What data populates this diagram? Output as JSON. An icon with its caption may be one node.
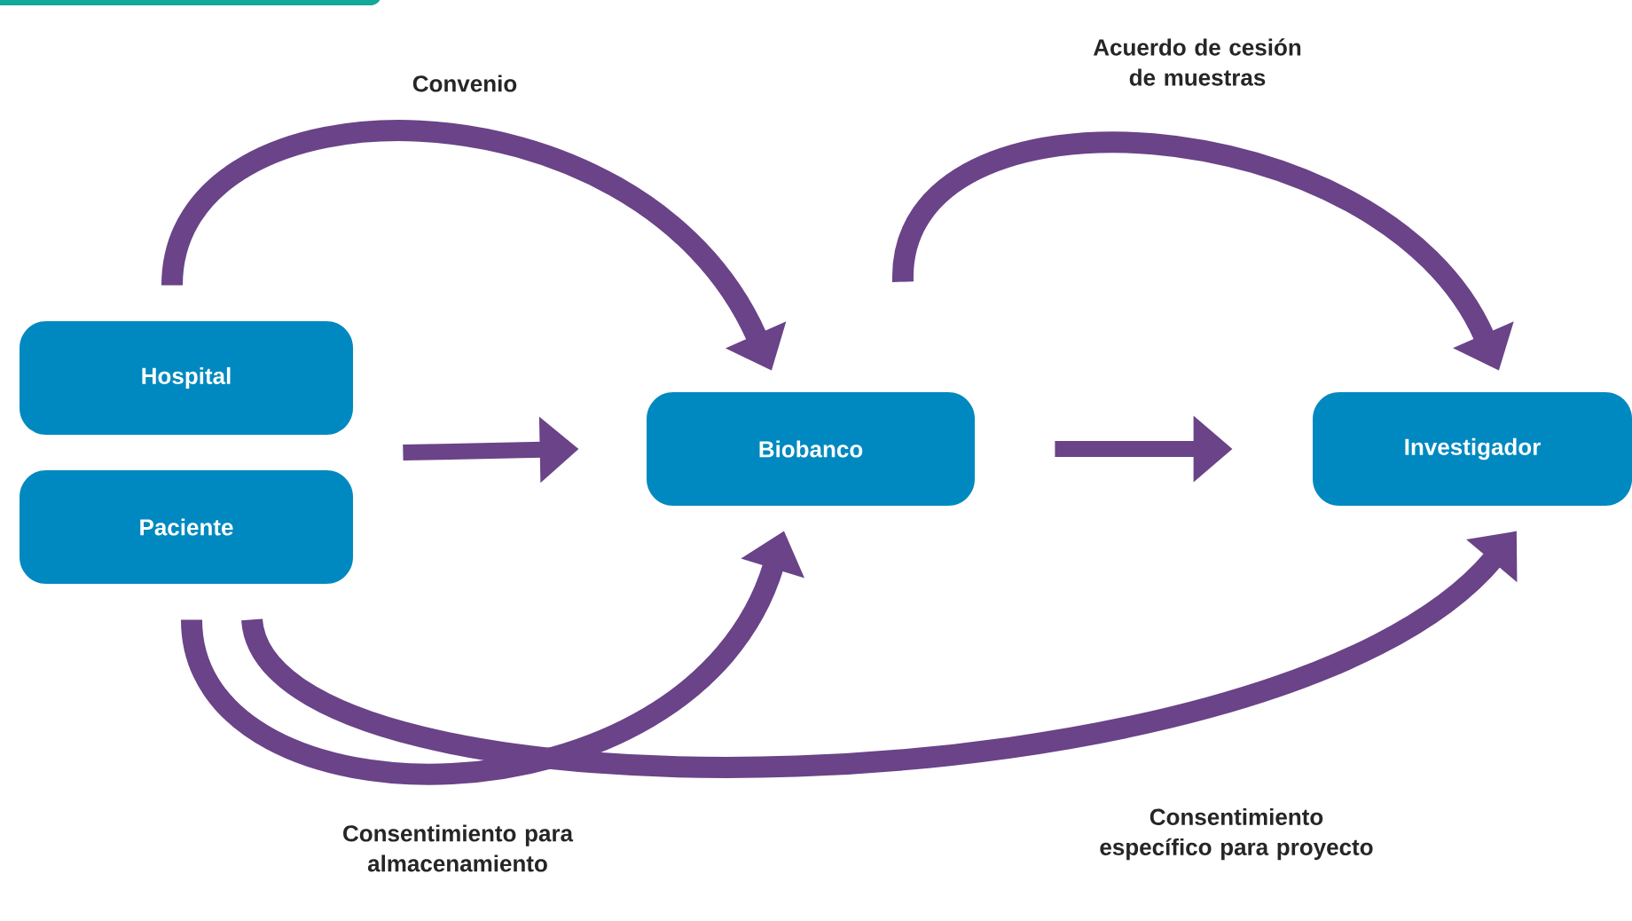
{
  "diagram": {
    "nodes": [
      {
        "text": [
          "Hospital"
        ]
      },
      {
        "text": [
          "Paciente"
        ]
      },
      {
        "text": [
          "Biobanco"
        ]
      },
      {
        "text": [
          "Investigador"
        ]
      }
    ],
    "edges": [
      {
        "from": 0,
        "to": 2,
        "arrow": "to",
        "label": "Convenio"
      },
      {
        "from": 2,
        "to": 3,
        "arrow": "to",
        "label": "Acuerdo de cesión de muestras"
      },
      {
        "from": 0,
        "to": 2,
        "arrow": "to"
      },
      {
        "from": 1,
        "to": 2,
        "arrow": "to"
      },
      {
        "from": 2,
        "to": 3,
        "arrow": "to"
      },
      {
        "from": 1,
        "to": 2,
        "arrow": "to",
        "label": "Consentimiento para almacenamiento"
      },
      {
        "from": 1,
        "to": 3,
        "arrow": "to",
        "label": "Consentimiento específico para proyecto"
      }
    ]
  }
}
